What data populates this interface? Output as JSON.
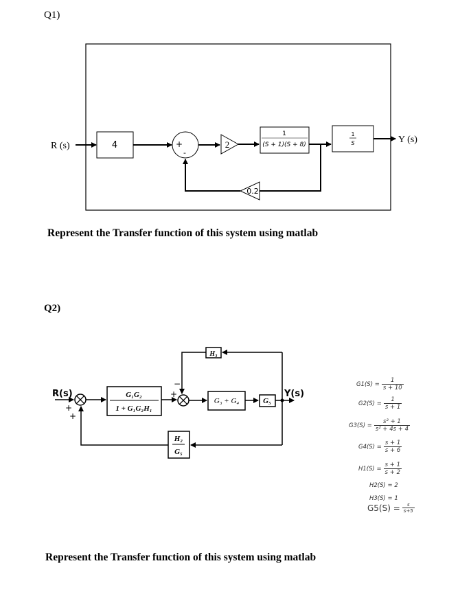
{
  "q1": {
    "label": "Q1)",
    "input": "R (s)",
    "output": "Y (s)",
    "gain_block": "4",
    "sum_plus": "+",
    "sum_minus": "-",
    "amp_gain": "2",
    "plant_num": "1",
    "plant_den": "(S + 1)(S + 8)",
    "integrator_num": "1",
    "integrator_den": "S",
    "feedback_gain": "0.2",
    "task": "Represent the Transfer function of this system using matlab"
  },
  "q2": {
    "label": "Q2)",
    "input": "R(s)",
    "output": "Y(s)",
    "sum1_signs": [
      "+",
      "+"
    ],
    "sum2_signs": [
      "+",
      "−"
    ],
    "block1_num": "G₁G₂",
    "block1_den": "1 + G₁G₂H₁",
    "block2": "G₃ + G₄",
    "block3": "G₅",
    "h3": "H₃",
    "h2g5_num": "H₂",
    "h2g5_den": "G₅",
    "equations": [
      {
        "lhs": "G1(S) =",
        "num": "1",
        "den": "s + 10"
      },
      {
        "lhs": "G2(S) =",
        "num": "1",
        "den": "s + 1"
      },
      {
        "lhs": "G3(S) =",
        "num": "s² + 1",
        "den": "s² + 4s + 4"
      },
      {
        "lhs": "G4(S) =",
        "num": "s + 1",
        "den": "s + 6"
      },
      {
        "lhs": "H1(S) =",
        "num": "s + 1",
        "den": "s + 2"
      },
      {
        "lhs": "H2(S) = 2"
      },
      {
        "lhs": "H3(S) = 1"
      },
      {
        "lhs": "G5(S) =",
        "num": "s",
        "den": "s+5"
      }
    ],
    "task": "Represent the Transfer function of this system using matlab"
  }
}
